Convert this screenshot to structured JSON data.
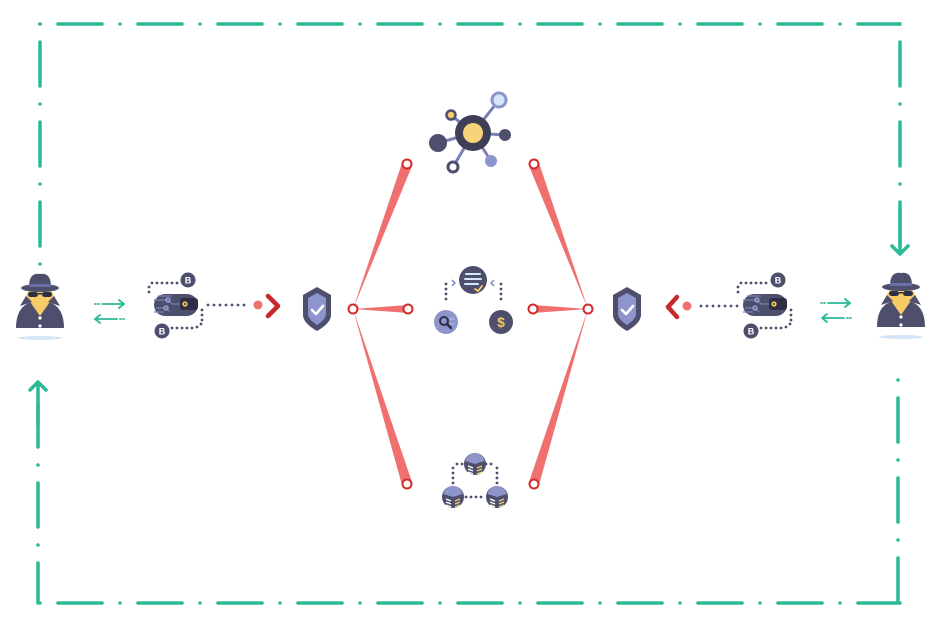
{
  "diagram": {
    "title": "",
    "colors": {
      "frame": "#2bb996",
      "link": "#f07070",
      "node_ring": "#d42a2a",
      "chevron": "#c8272b",
      "dot_accent": "#f07070",
      "icon_dark": "#4e4f6c",
      "icon_mid": "#7a7fb8",
      "icon_light": "#a6abdc",
      "icon_pale": "#d6e8f8",
      "icon_yellow": "#f7d37a",
      "skin": "#f7cc66",
      "shadow": "#d4e6f6"
    },
    "nodes": [
      {
        "id": "user-left",
        "icon": "spy-icon",
        "side": "left"
      },
      {
        "id": "wallet-left",
        "icon": "crypto-wallet-icon",
        "coin_symbol": "B"
      },
      {
        "id": "shield-left",
        "icon": "shield-check-icon"
      },
      {
        "id": "network",
        "icon": "network-hub-icon"
      },
      {
        "id": "transaction",
        "icon": "document-verify-icon",
        "currency_symbol": "$"
      },
      {
        "id": "blocks",
        "icon": "blockchain-nodes-icon"
      },
      {
        "id": "shield-right",
        "icon": "shield-check-icon"
      },
      {
        "id": "wallet-right",
        "icon": "crypto-wallet-icon",
        "coin_symbol": "B"
      },
      {
        "id": "user-right",
        "icon": "spy-icon",
        "side": "right"
      }
    ],
    "edges": [
      {
        "from": "user-left",
        "to": "wallet-left",
        "style": "bidirectional-arrows"
      },
      {
        "from": "wallet-left",
        "to": "shield-left",
        "style": "dotted-chevron"
      },
      {
        "from": "shield-left",
        "to": "network",
        "style": "tapered-link"
      },
      {
        "from": "shield-left",
        "to": "transaction",
        "style": "tapered-link"
      },
      {
        "from": "shield-left",
        "to": "blocks",
        "style": "tapered-link"
      },
      {
        "from": "network",
        "to": "shield-right",
        "style": "tapered-link"
      },
      {
        "from": "transaction",
        "to": "shield-right",
        "style": "tapered-link"
      },
      {
        "from": "blocks",
        "to": "shield-right",
        "style": "tapered-link"
      },
      {
        "from": "wallet-right",
        "to": "shield-right",
        "style": "dotted-chevron"
      },
      {
        "from": "user-right",
        "to": "wallet-right",
        "style": "bidirectional-arrows"
      },
      {
        "from": "user-left",
        "to": "user-right",
        "style": "dash-dot-loop"
      }
    ]
  }
}
